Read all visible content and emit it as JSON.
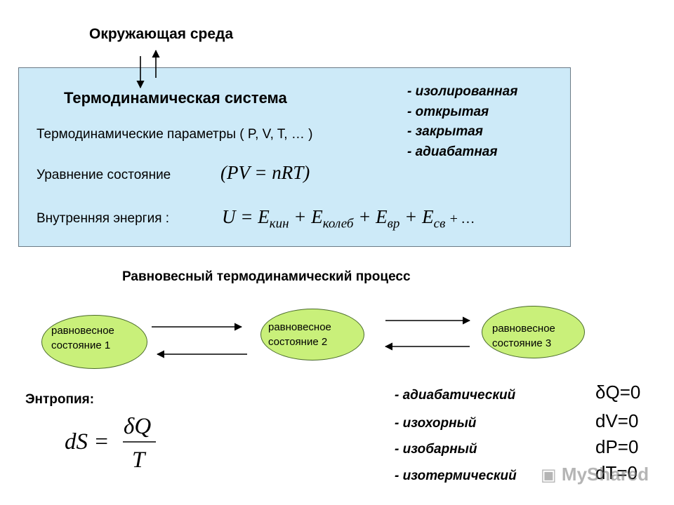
{
  "environment": {
    "title": "Окружающая среда"
  },
  "system": {
    "title": "Термодинамическая система",
    "params_label": "Термодинамические параметры ( P, V, T, … )",
    "state_eq_label": "Уравнение состояние",
    "state_eq_formula": "(PV = nRT)",
    "energy_label": "Внутренняя энергия :",
    "energy_formula": {
      "lhs": "U = E",
      "sub1": "кин",
      "plus2": " + E",
      "sub2": "колеб",
      "plus3": " + E",
      "sub3": "вр",
      "plus4": " + E",
      "sub4": "св",
      "tail": " + …"
    },
    "types": [
      "- изолированная",
      "- открытая",
      "- закрытая",
      "- адиабатная"
    ]
  },
  "process": {
    "title": "Равновесный термодинамический процесс",
    "states": [
      {
        "line1": "равновесное",
        "line2": "состояние",
        "num": "1"
      },
      {
        "line1": "равновесное",
        "line2": "состояние",
        "num": "2"
      },
      {
        "line1": "равновесное",
        "line2": "состояние",
        "num": "3"
      }
    ]
  },
  "entropy": {
    "label": "Энтропия:",
    "lhs": "dS =",
    "numerator": "δQ",
    "denominator": "T"
  },
  "processes": [
    {
      "name": "- адиабатический",
      "condition": "δQ=0"
    },
    {
      "name": "- изохорный",
      "condition": "dV=0"
    },
    {
      "name": "- изобарный",
      "condition": "dP=0"
    },
    {
      "name": "- изотермический",
      "condition": "dT=0"
    }
  ],
  "watermark": "MyShared",
  "colors": {
    "system_bg": "#cdeaf8",
    "state_fill": "#c9f07a"
  }
}
